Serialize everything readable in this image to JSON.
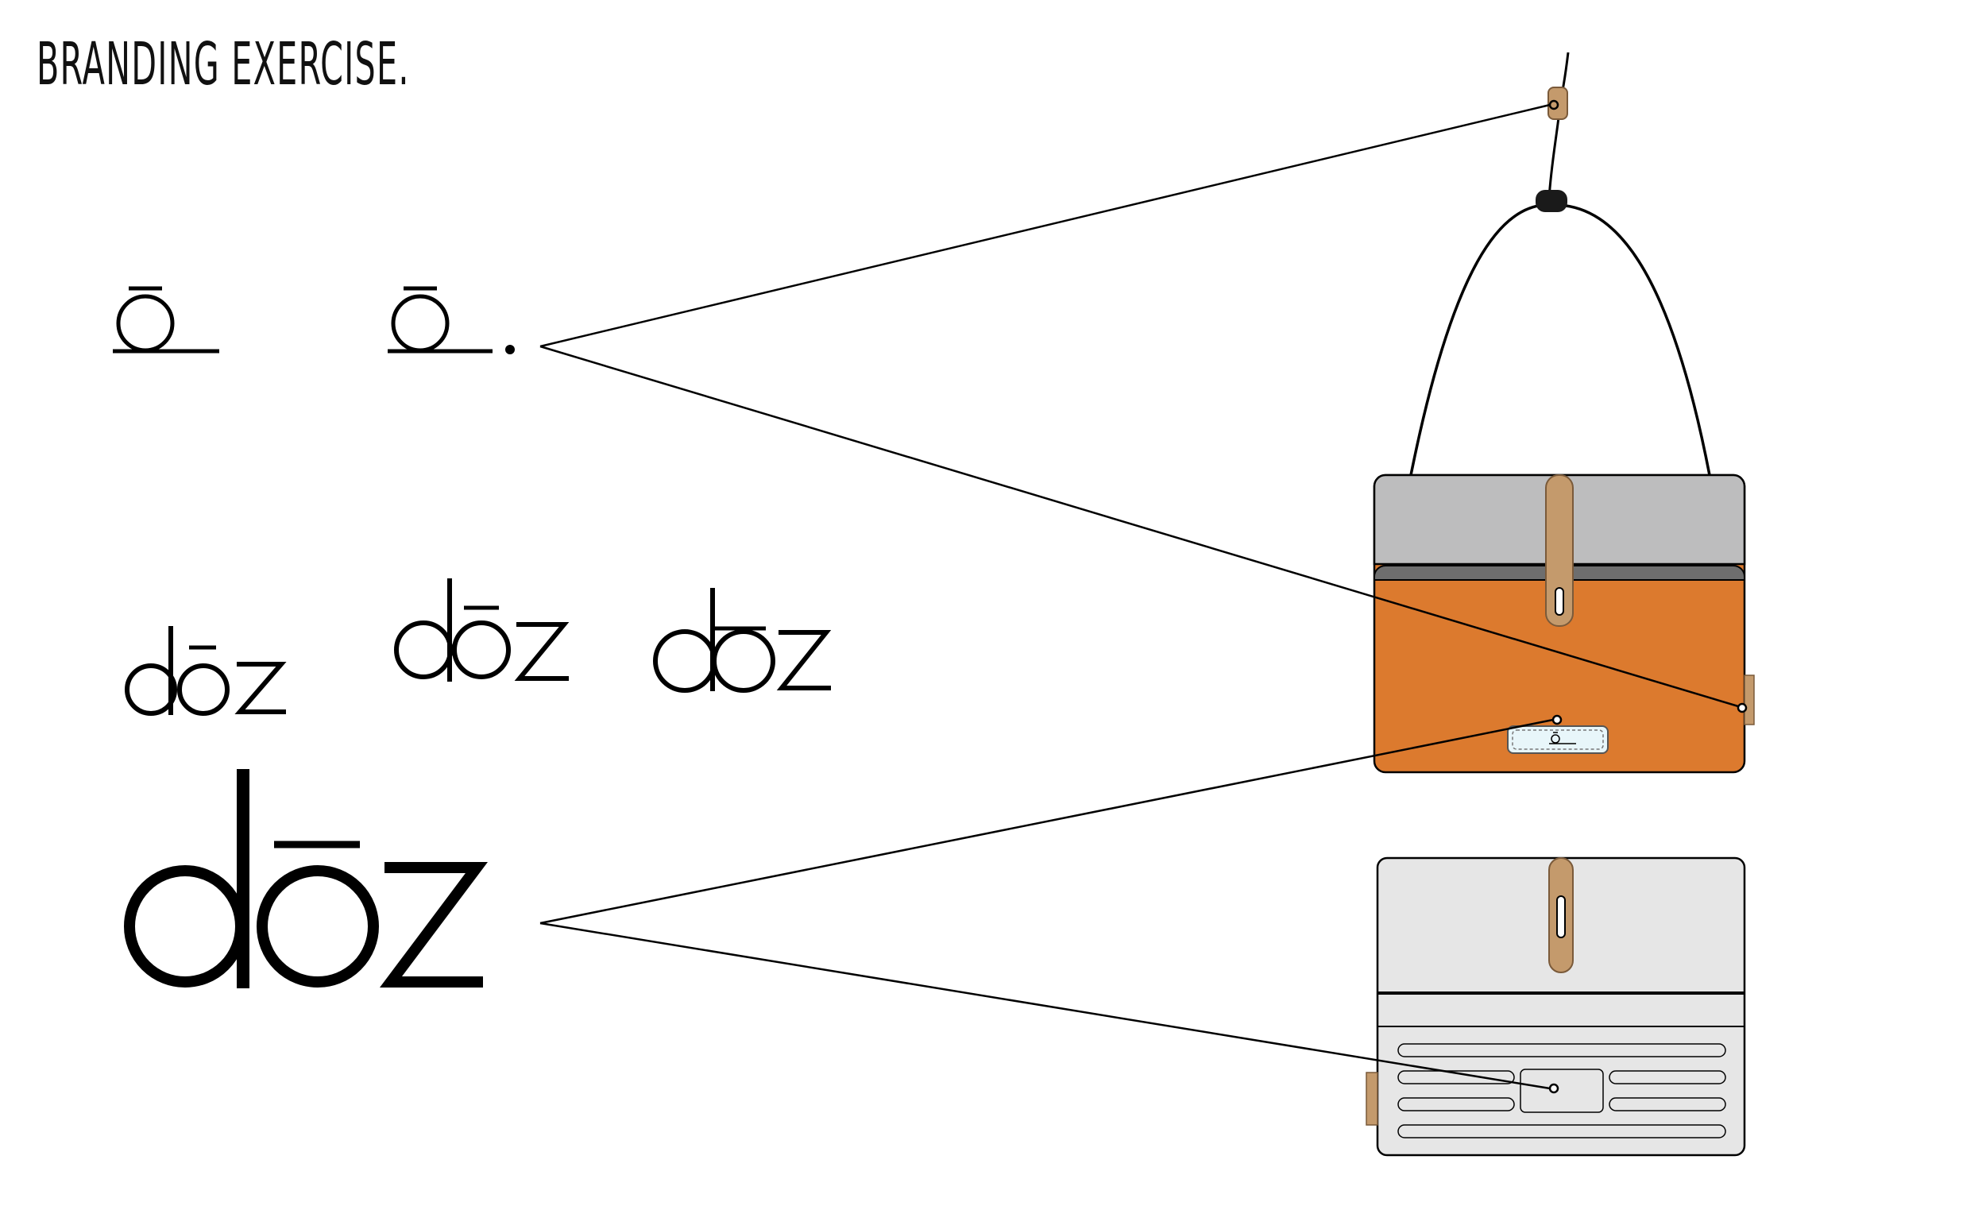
{
  "title": "BRANDING EXERCISE.",
  "logos": {
    "mark_letter": "o",
    "wordmark": "dōz"
  },
  "colors": {
    "ink": "#000000",
    "bag_orange": "#DC7A2E",
    "bag_lid_gray": "#BDBDBE",
    "bag_seam_gray": "#6E6E6E",
    "leather_tan": "#C49A6C",
    "back_panel": "#E6E6E6",
    "label_blue": "#E8F6FA",
    "toggle_black": "#1A1A1A"
  }
}
